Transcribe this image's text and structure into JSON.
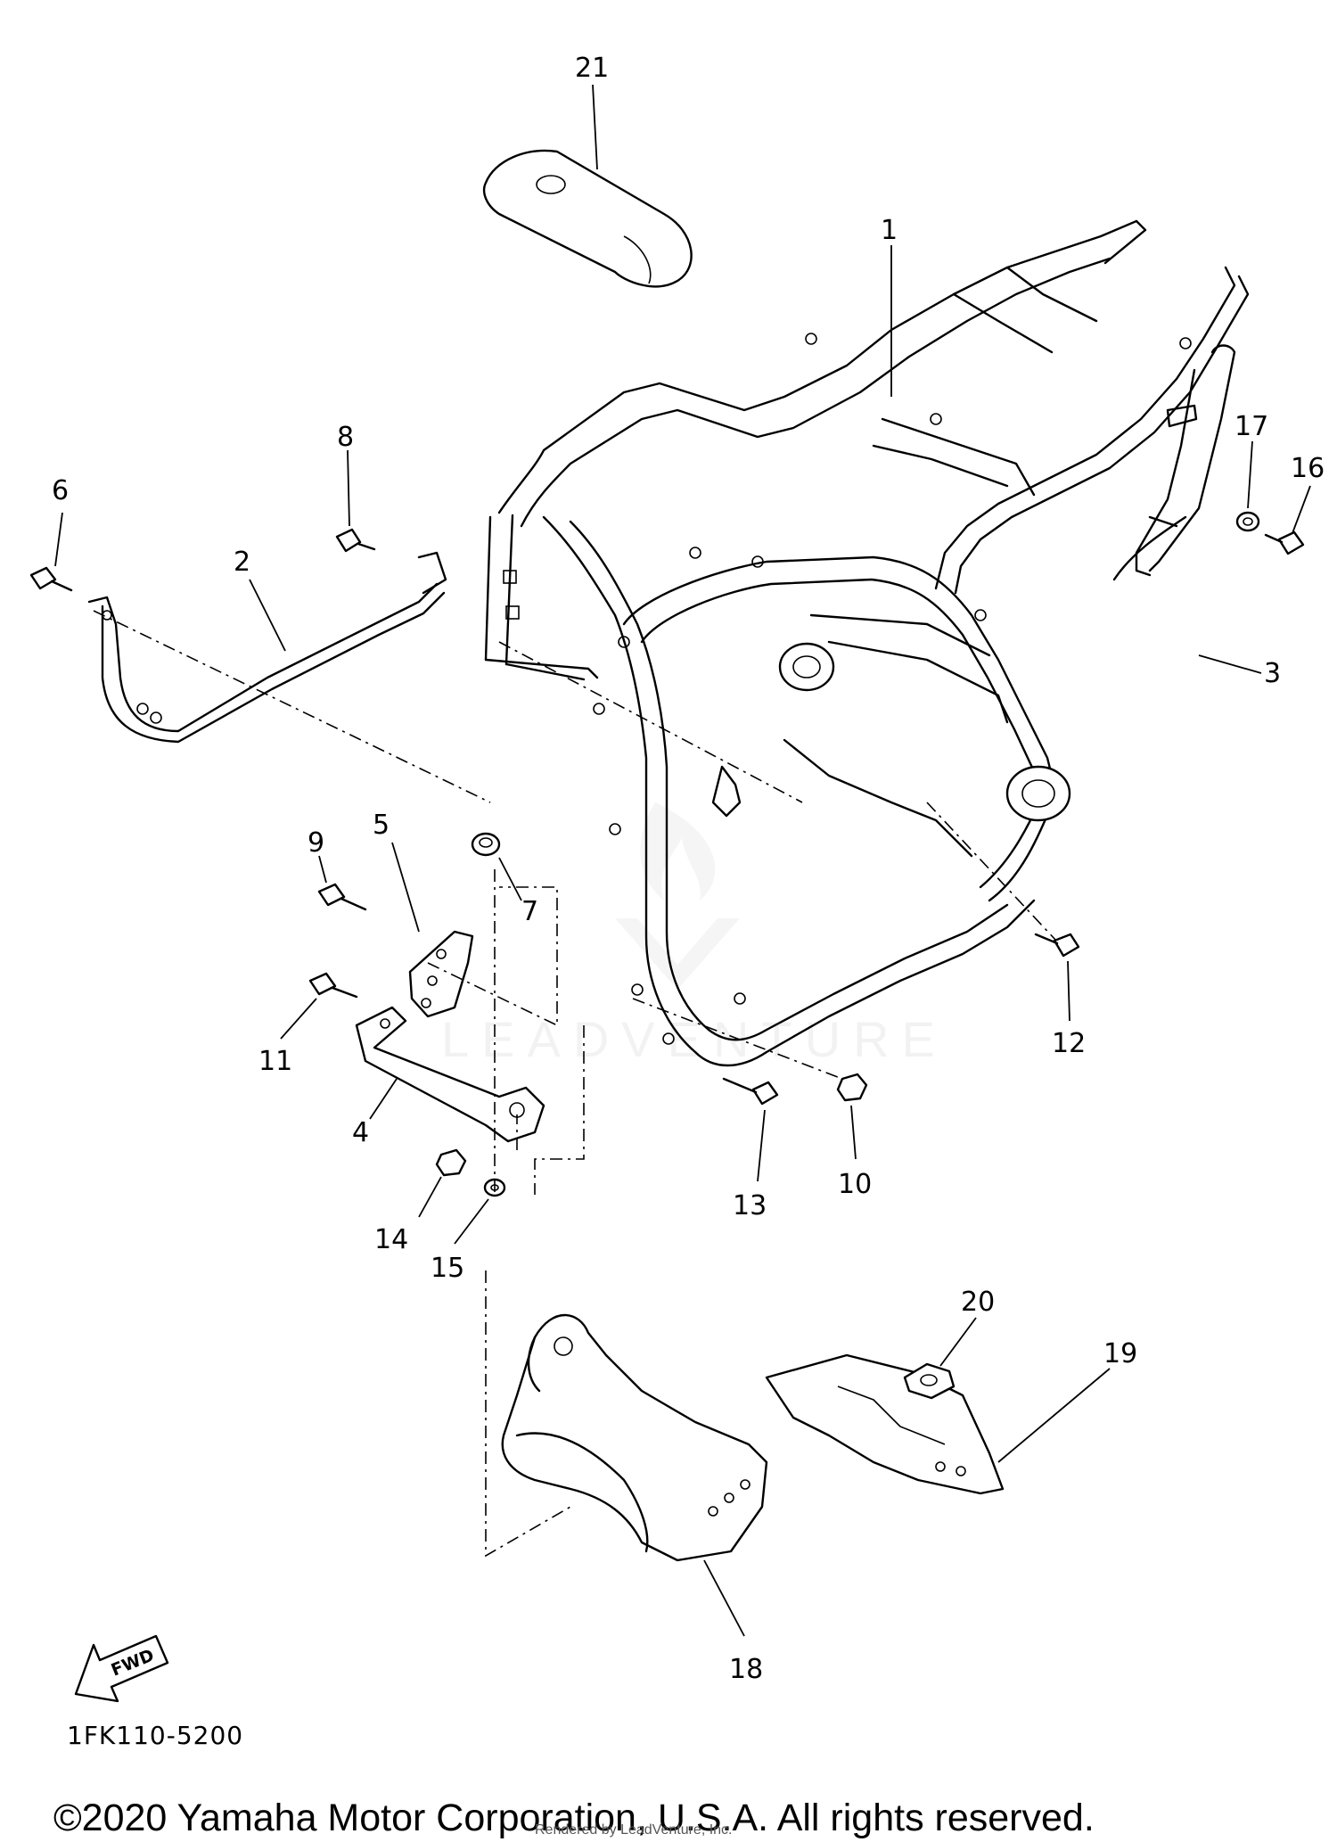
{
  "diagram": {
    "code": "1FK110-5200",
    "fwd_label": "FWD",
    "watermark_text": "LEADVENTURE",
    "callouts": [
      {
        "id": "1",
        "label": "1"
      },
      {
        "id": "2",
        "label": "2"
      },
      {
        "id": "3",
        "label": "3"
      },
      {
        "id": "4",
        "label": "4"
      },
      {
        "id": "5",
        "label": "5"
      },
      {
        "id": "6",
        "label": "6"
      },
      {
        "id": "7",
        "label": "7"
      },
      {
        "id": "8",
        "label": "8"
      },
      {
        "id": "9",
        "label": "9"
      },
      {
        "id": "10",
        "label": "10"
      },
      {
        "id": "11",
        "label": "11"
      },
      {
        "id": "12",
        "label": "12"
      },
      {
        "id": "13",
        "label": "13"
      },
      {
        "id": "14",
        "label": "14"
      },
      {
        "id": "15",
        "label": "15"
      },
      {
        "id": "16",
        "label": "16"
      },
      {
        "id": "17",
        "label": "17"
      },
      {
        "id": "18",
        "label": "18"
      },
      {
        "id": "19",
        "label": "19"
      },
      {
        "id": "20",
        "label": "20"
      },
      {
        "id": "21",
        "label": "21"
      }
    ]
  },
  "footer": {
    "copyright": "©2020 Yamaha Motor Corporation, U.S.A. All rights reserved.",
    "rendered_by": "Rendered by LeadVenture, Inc."
  }
}
